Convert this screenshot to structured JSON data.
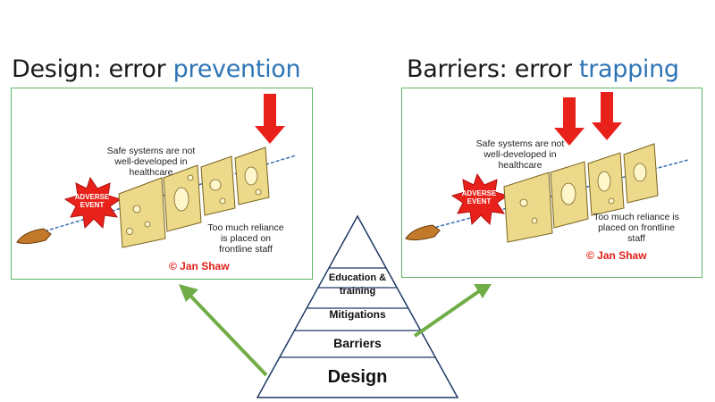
{
  "left_panel": {
    "title_prefix": "Design: error ",
    "title_accent": "prevention",
    "note_top": "Safe systems are not well-developed in healthcare",
    "note_bottom": "Too much reliance is placed on frontline staff",
    "badge": "ADVERSE EVENT",
    "copyright": "© Jan Shaw",
    "arrow_count": 1
  },
  "right_panel": {
    "title_prefix": "Barriers: error ",
    "title_accent": "trapping",
    "note_top": "Safe systems are not well-developed in healthcare",
    "note_bottom": "Too much reliance is placed on frontline staff",
    "badge": "ADVERSE EVENT",
    "copyright": "© Jan Shaw",
    "arrow_count": 2
  },
  "pyramid": {
    "tiers": [
      "Education & training",
      "Mitigations",
      "Barriers",
      "Design"
    ]
  },
  "colors": {
    "accent_blue": "#2e75b6",
    "panel_border": "#5fb568",
    "arrow_green": "#70ad47",
    "alert_red": "#e8221b",
    "cheese_yellow": "#ecd98a"
  }
}
